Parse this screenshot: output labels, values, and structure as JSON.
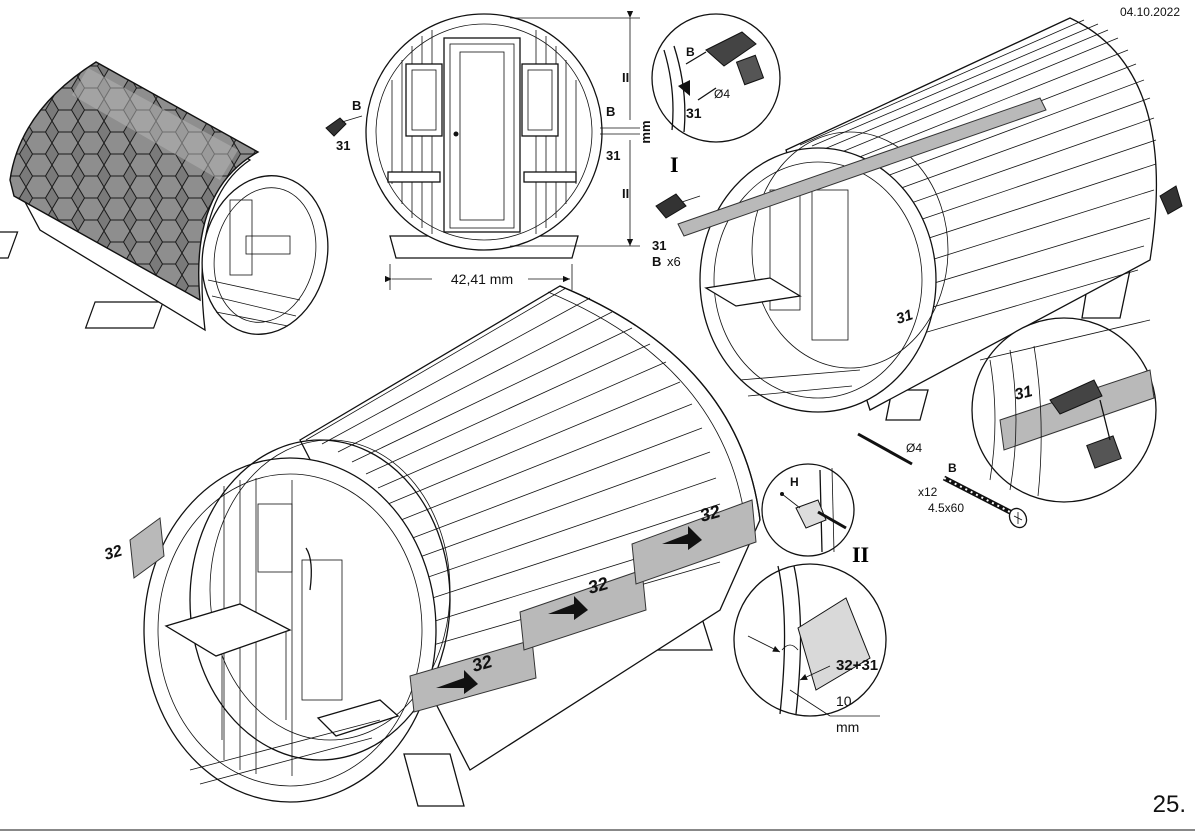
{
  "header": {
    "date": "04.10.2022"
  },
  "page_number": "25.",
  "front_view": {
    "width_dimension": "42,41 mm",
    "gap_unit": "mm",
    "gap_symbol": "II",
    "screw_label_left": "B",
    "part_label_left": "31",
    "screw_label_right": "B",
    "part_label_right": "31"
  },
  "drill_detail": {
    "screw": "B",
    "drill_size": "Ø4",
    "part": "31"
  },
  "step_one": {
    "roman": "I",
    "part": "31",
    "screw": "B",
    "quantity": "x6",
    "tape_label": "31",
    "zoom_label": "31",
    "drill_bit": "Ø4"
  },
  "hardware": {
    "screw": "B",
    "quantity": "x12",
    "size": "4.5x60"
  },
  "step_two": {
    "roman": "II",
    "tool": "H",
    "parts_combo": "32+31",
    "gap_value": "10",
    "gap_unit": "mm",
    "tape_labels": [
      "32",
      "32",
      "32",
      "32"
    ]
  },
  "colors": {
    "tape": "#b9b9b9",
    "line": "#111111"
  }
}
